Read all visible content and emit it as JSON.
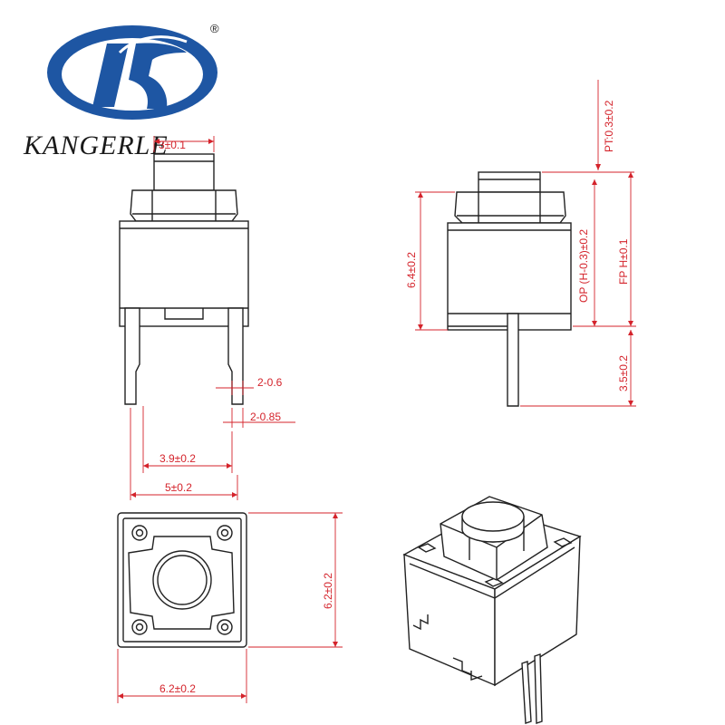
{
  "brand": {
    "name": "KANGERLE",
    "registered_mark": "®",
    "logo_colors": {
      "ring": "#1e56a3",
      "letter": "#1e56a3"
    }
  },
  "colors": {
    "dimension": "#d4232b",
    "outline": "#222222",
    "background": "#ffffff"
  },
  "dimensions": {
    "actuator_width": "3±0.1",
    "pin_thickness": "2-0.6",
    "pin_width": "2-0.85",
    "pin_spacing_inner": "3.9±0.2",
    "pin_spacing": "5±0.2",
    "body_height": "6.4±0.2",
    "pre_travel": "PT:0.3±0.2",
    "operating_position": "OP (H-0.3)±0.2",
    "free_position": "FP H±0.1",
    "pin_length": "3.5±0.2",
    "body_depth": "6.2±0.2",
    "body_width": "6.2±0.2"
  }
}
